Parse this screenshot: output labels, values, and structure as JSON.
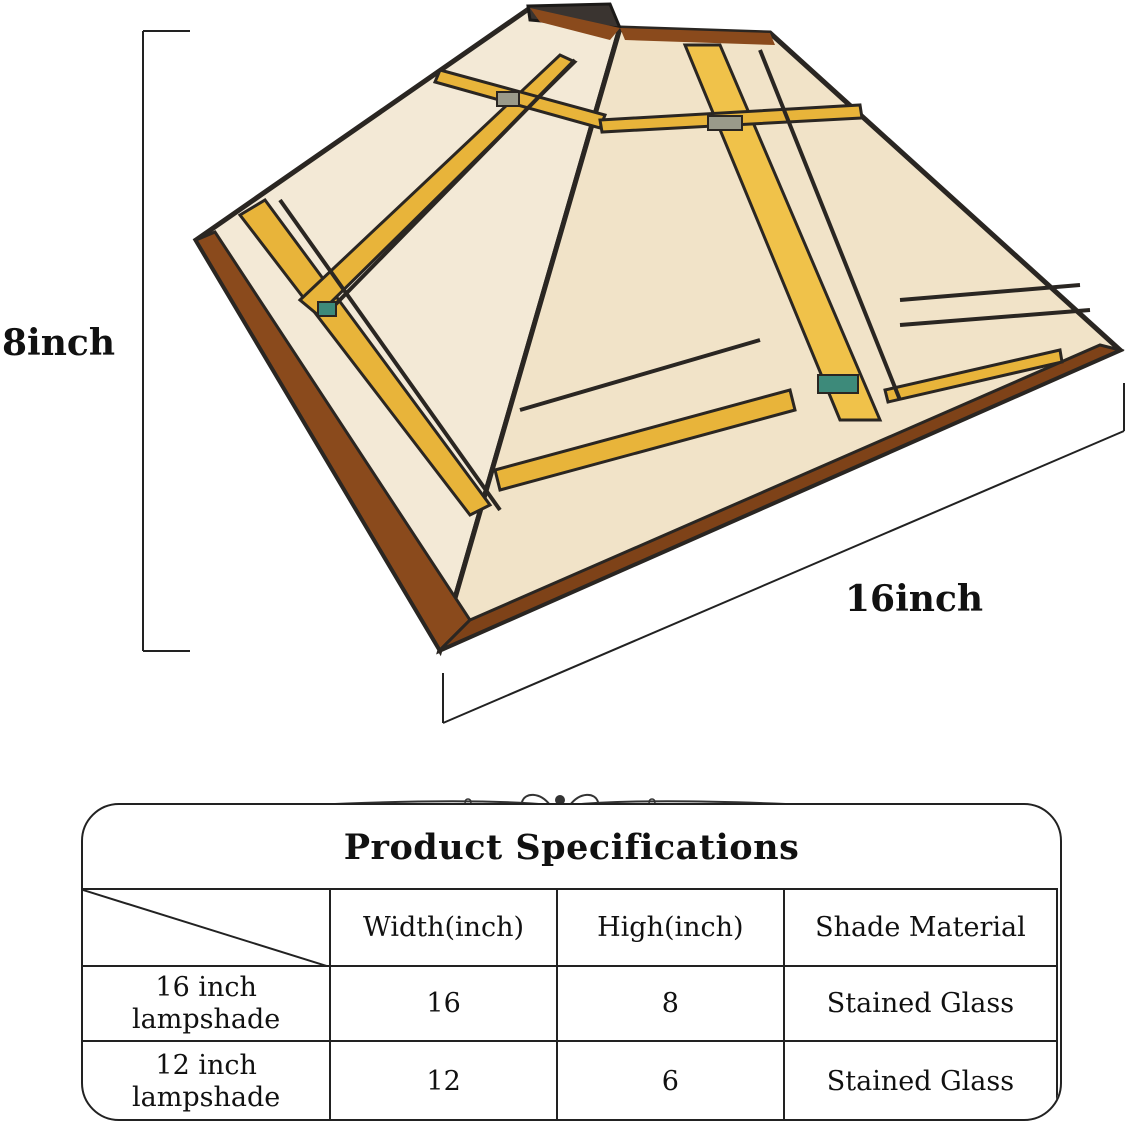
{
  "dimensions": {
    "height_label": "8inch",
    "width_label": "16inch"
  },
  "spec_table": {
    "title": "Product Specifications",
    "headers": [
      "",
      "Width(inch)",
      "High(inch)",
      "Shade Material"
    ],
    "rows": [
      {
        "name": "16 inch lampshade",
        "width": "16",
        "high": "8",
        "material": "Stained Glass"
      },
      {
        "name": "12 inch lampshade",
        "width": "12",
        "high": "6",
        "material": "Stained Glass"
      }
    ]
  },
  "colors": {
    "glass_cream": "#f3e9d6",
    "glass_amber": "#e8b43a",
    "glass_brown": "#8a4a1c",
    "lead_came": "#2a2622",
    "accent_teal": "#3d8a7a"
  },
  "icons": [
    "lampshade-illustration",
    "ornament-divider-icon"
  ]
}
